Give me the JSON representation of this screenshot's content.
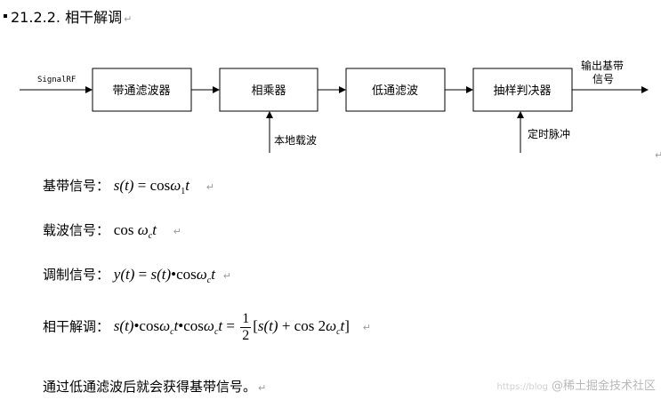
{
  "heading": "21.2.2. 相干解调",
  "return_mark": "↵",
  "diagram": {
    "input_label": "SignalRF",
    "boxes": [
      "带通滤波器",
      "相乘器",
      "低通滤波",
      "抽样判决器"
    ],
    "carrier_label": "本地载波",
    "timing_label": "定时脉冲",
    "output_label_line1": "输出基带",
    "output_label_line2": "信号"
  },
  "equations": {
    "baseband": {
      "label": "基带信号：",
      "lhs": "s(t)",
      "eq": " = ",
      "fn": "cos",
      "omega": "ω",
      "omega_sub": "1",
      "t": "t"
    },
    "carrier": {
      "label": "载波信号：",
      "fn": "cos",
      "omega": "ω",
      "omega_sub": "c",
      "t": "t"
    },
    "modulated": {
      "label": "调制信号：",
      "lhs": "y(t)",
      "eq": " = ",
      "s": "s(t)",
      "dot": "•",
      "fn": "cos",
      "omega": "ω",
      "omega_sub": "c",
      "t": "t"
    },
    "coherent": {
      "label": "相干解调：",
      "s": "s(t)",
      "dot": "•",
      "fn": "cos",
      "omega": "ω",
      "omega_sub": "c",
      "t": "t",
      "eq": " = ",
      "frac_num": "1",
      "frac_den": "2",
      "bracket_open": "[",
      "plus": " + ",
      "fn2": "cos 2",
      "bracket_close": "]"
    }
  },
  "conclusion": "通过低通滤波后就会获得基带信号。",
  "watermark": {
    "url": "https://blog",
    "text": "@稀土掘金技术社区"
  }
}
